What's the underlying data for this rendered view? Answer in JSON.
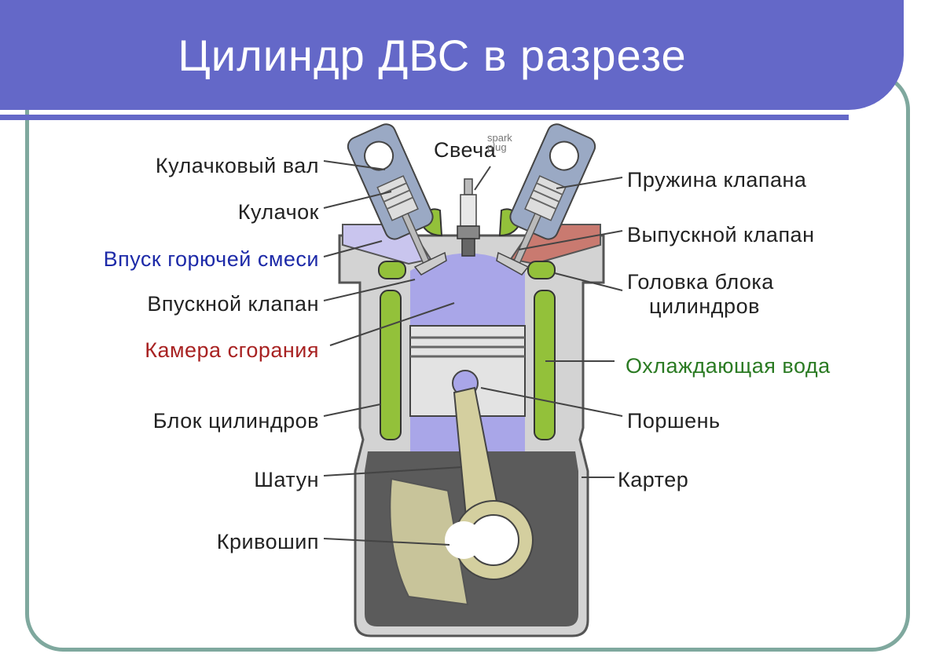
{
  "header": {
    "title": "Цилиндр ДВС в разрезе"
  },
  "labels": {
    "camshaft": "Кулачковый вал",
    "cam": "Кулачок",
    "intake_mix": "Впуск горючей смеси",
    "intake_valve": "Впускной клапан",
    "combustion_chamber": "Камера сгорания",
    "cylinder_block": "Блок цилиндров",
    "connecting_rod": "Шатун",
    "crankshaft": "Кривошип",
    "spark": "Свеча",
    "spark_plug_en_1": "spark",
    "spark_plug_en_2": "plug",
    "valve_spring": "Пружина клапана",
    "exhaust_valve": "Выпускной клапан",
    "cylinder_head_1": "Головка блока",
    "cylinder_head_2": "цилиндров",
    "coolant": "Охлаждающая вода",
    "piston": "Поршень",
    "crankcase": "Картер"
  },
  "colors": {
    "banner": "#6468c8",
    "frame": "#7fa89e",
    "intake_label": "#1d2aa8",
    "combustion_label": "#a82222",
    "coolant_label": "#2a7a22",
    "coolant": "#93c13a",
    "chamber": "#a9a6e8",
    "crankcase": "#595959"
  }
}
